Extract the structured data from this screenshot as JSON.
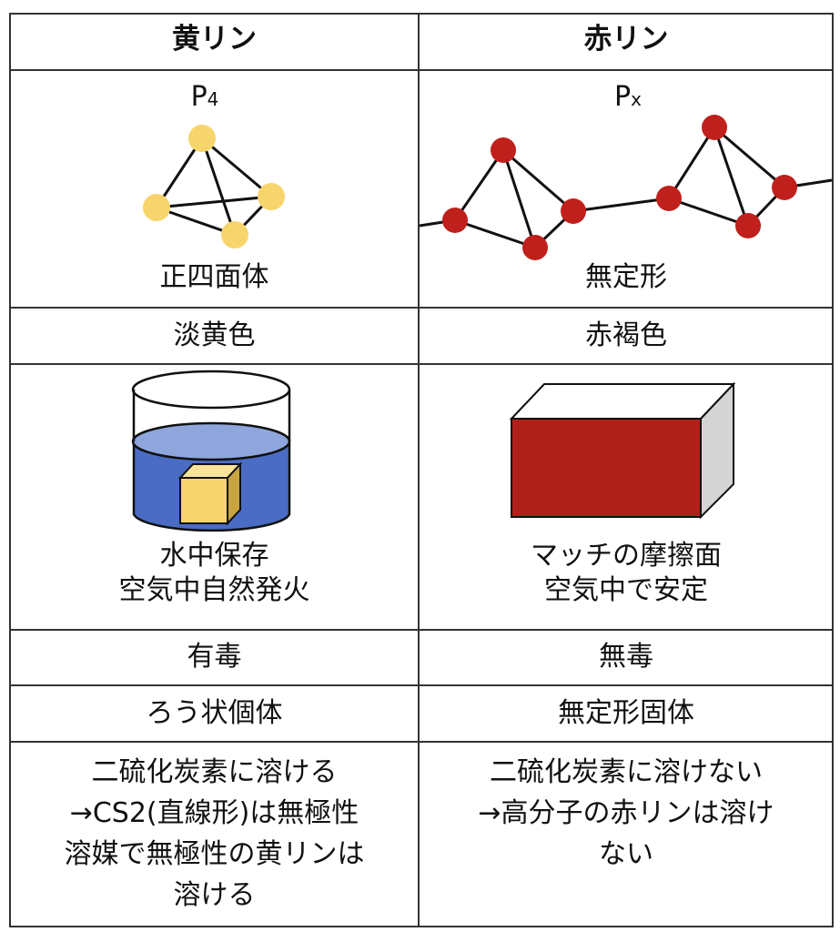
{
  "headers": {
    "left": "黄リン",
    "right": "赤リン"
  },
  "formula": {
    "left_base": "P",
    "left_sub": "4",
    "right_base": "P",
    "right_sub": "x"
  },
  "rows": [
    {
      "left": "正四面体",
      "right": "無定形"
    },
    {
      "left": "淡黄色",
      "right": "赤褐色"
    },
    {
      "left": "水中保存\n空気中自然発火",
      "right": "マッチの摩擦面\n空気中で安定"
    },
    {
      "left": "有毒",
      "right": "無毒"
    },
    {
      "left": "ろう状個体",
      "right": "無定形固体"
    },
    {
      "left": "二硫化炭素に溶ける\n→CS2(直線形)は無極性\n溶媒で無極性の黄リンは\n溶ける",
      "right": "二硫化炭素に溶けない\n→高分子の赤リンは溶け\nない"
    }
  ],
  "colors": {
    "yellow_p": "#F8D56C",
    "red_p": "#C0201C",
    "water": "#4A6CC4",
    "red_block": "#B0201A"
  }
}
